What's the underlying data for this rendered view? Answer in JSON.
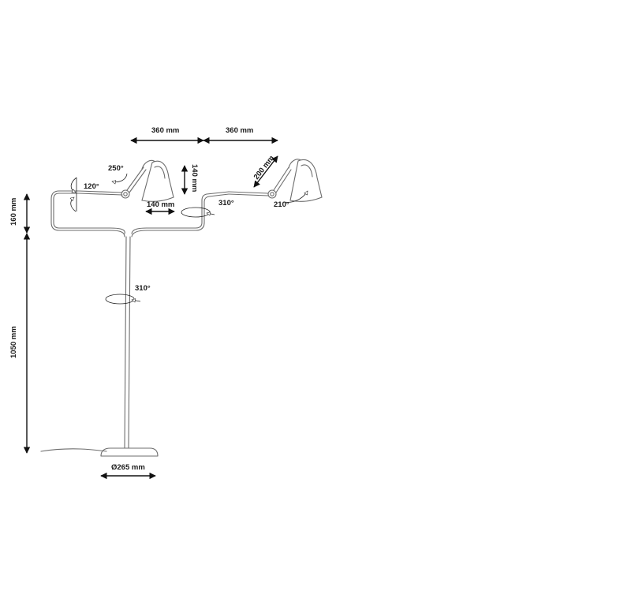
{
  "labels": {
    "arm_left": "360 mm",
    "arm_right": "360 mm",
    "elbow_left": "140 mm",
    "lamp_height_left": "140 mm",
    "arm_right_diag": "200 mm",
    "upper_height": "160 mm",
    "stand_height": "1050 mm",
    "base_diameter": "Ø265 mm",
    "rot_left_shade": "250°",
    "rot_left_arm": "120°",
    "rot_mid_joint": "310°",
    "rot_right_shade": "210°",
    "rot_pole": "310°"
  },
  "colors": {
    "line": "#6d6d6d",
    "dimension": "#111111",
    "text": "#1a1a1a"
  },
  "icons": [
    "rotation-arrow-icon",
    "dimension-arrow-icon",
    "lamp-shade-icon"
  ]
}
